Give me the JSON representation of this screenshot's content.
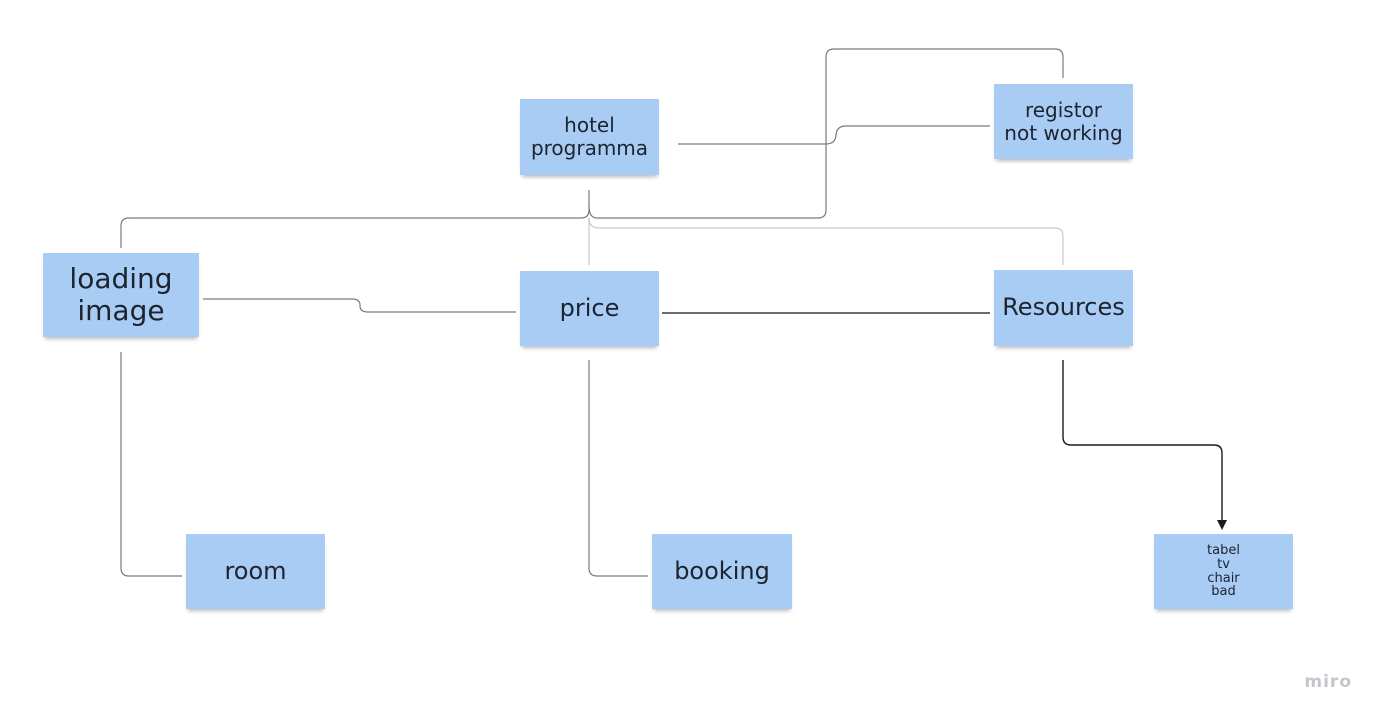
{
  "board": {
    "brand": "miro",
    "note_color": "#a9ccf4",
    "line_color": "#7a7a7a",
    "arrow_color": "#1a1a1a"
  },
  "notes": {
    "hotel": "hotel\nprogramma",
    "registor": "registor\nnot working",
    "loading": "loading\nimage",
    "price": "price",
    "resources": "Resources",
    "room": "room",
    "booking": "booking",
    "items": "tabel\ntv\nchair\nbad"
  },
  "edges": [
    {
      "from": "hotel",
      "to": "registor"
    },
    {
      "from": "hotel",
      "to": "loading"
    },
    {
      "from": "hotel",
      "to": "price"
    },
    {
      "from": "hotel",
      "to": "resources"
    },
    {
      "from": "loading",
      "to": "registor"
    },
    {
      "from": "loading",
      "to": "price"
    },
    {
      "from": "price",
      "to": "resources"
    },
    {
      "from": "loading",
      "to": "room"
    },
    {
      "from": "price",
      "to": "booking"
    },
    {
      "from": "resources",
      "to": "items",
      "arrow": true
    }
  ]
}
